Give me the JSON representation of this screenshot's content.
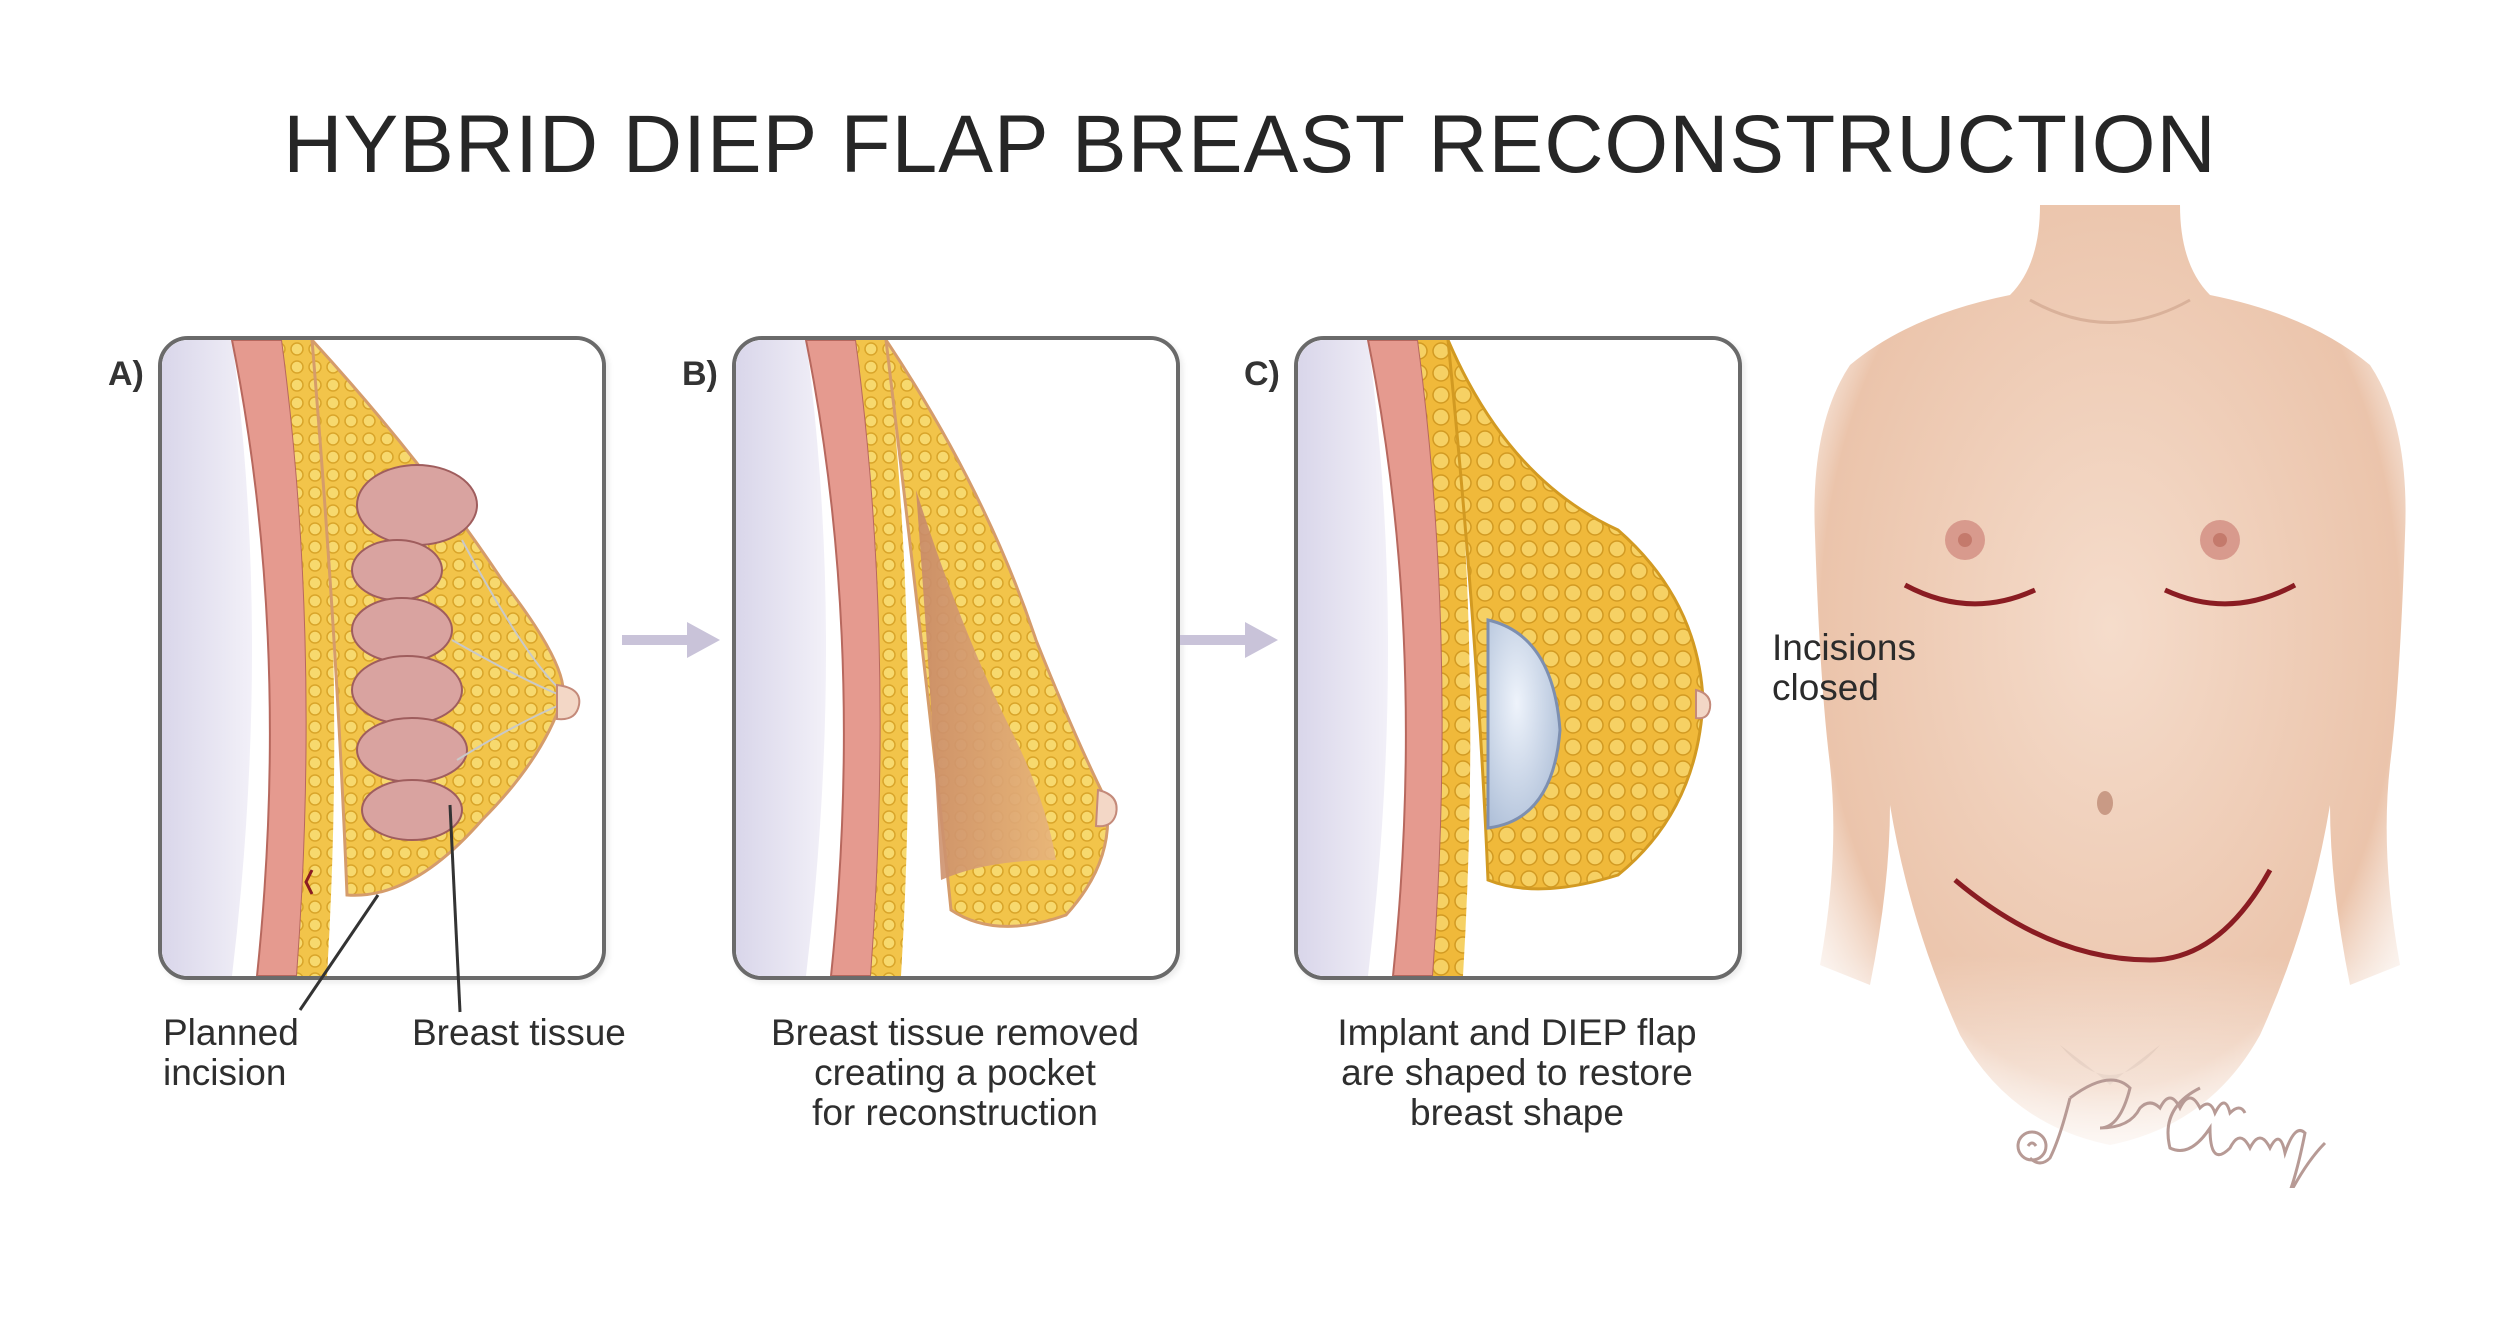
{
  "title": "HYBRID DIEP FLAP BREAST RECONSTRUCTION",
  "panels": [
    {
      "label": "A)",
      "captions": [
        "Planned\nincision",
        "Breast tissue"
      ]
    },
    {
      "label": "B)",
      "caption": "Breast tissue removed\ncreating a pocket\nfor reconstruction"
    },
    {
      "label": "C)",
      "caption": "Implant and DIEP flap\nare shaped to restore\nbreast shape"
    }
  ],
  "body_figure": {
    "label": "Incisions\nclosed"
  },
  "signature": {
    "text": "©JenniferGentry"
  },
  "colors": {
    "fat": "#f2c44a",
    "muscle": "#e59a8f",
    "gland": "#d9a3a0",
    "skin": "#f3d7c6",
    "incision": "#8a1c22",
    "arrow": "#c9c3d9",
    "panel_border": "#6a6a6a"
  },
  "icons": [
    "arrow-right-icon",
    "arrow-right-icon"
  ]
}
